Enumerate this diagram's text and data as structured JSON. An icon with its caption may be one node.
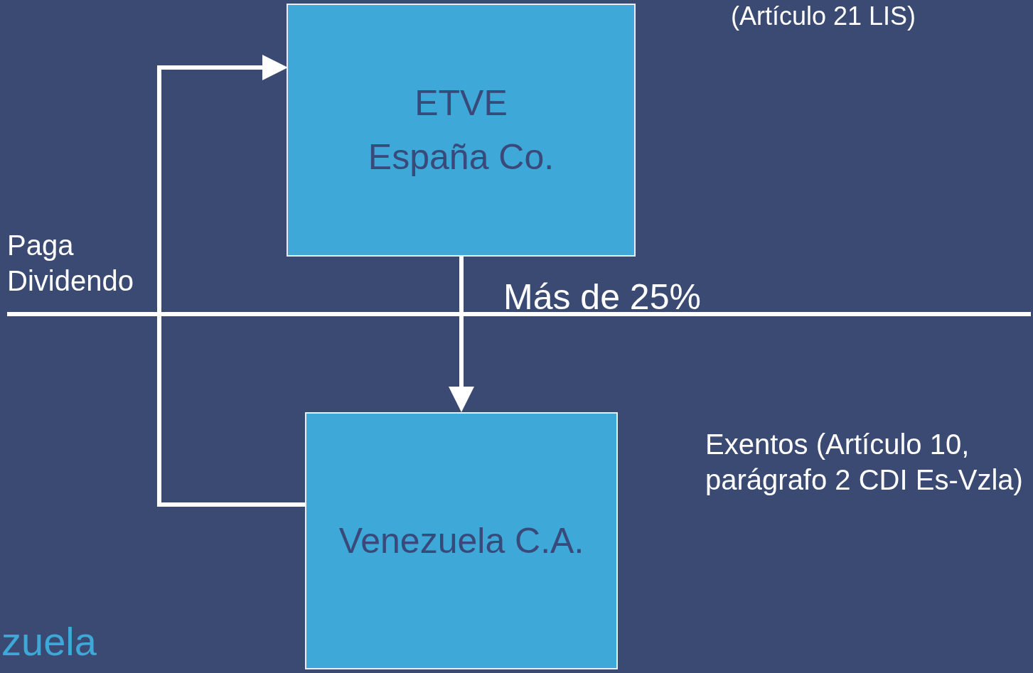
{
  "diagram": {
    "nodes": [
      {
        "text": [
          "ETVE España Co."
        ]
      },
      {
        "text": [
          "Venezuela C.A."
        ]
      }
    ],
    "edges": [
      {
        "from": 0,
        "to": 1,
        "arrow": "to",
        "label": "Más de 25%"
      },
      {
        "from": 1,
        "to": 0,
        "arrow": "to",
        "label": "Paga Dividendo"
      }
    ],
    "labels": [
      "(Artículo 21 LIS)",
      "Exentos (Artículo 10, parágrafo 2 CDI Es-Vzla)",
      "zuela"
    ]
  }
}
